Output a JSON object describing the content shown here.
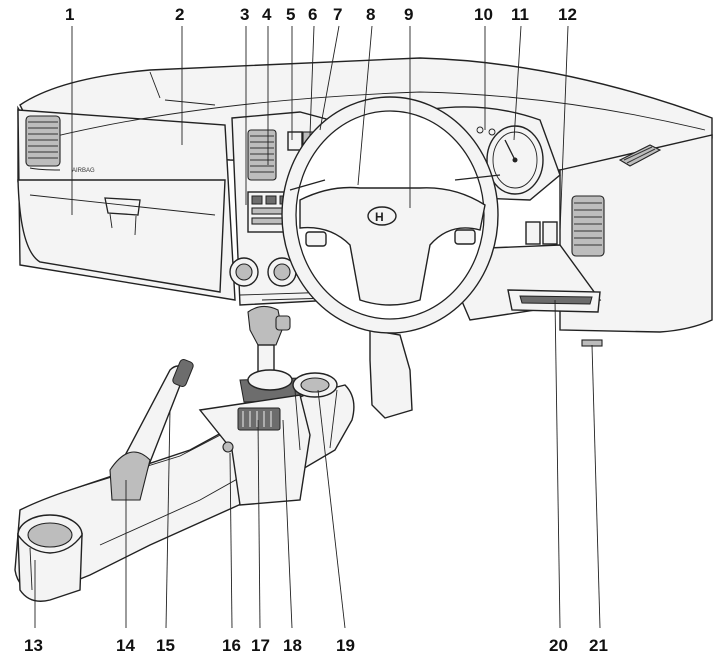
{
  "callouts": {
    "top": [
      "1",
      "2",
      "3",
      "4",
      "5",
      "6",
      "7",
      "8",
      "9",
      "10",
      "11",
      "12"
    ],
    "bottom": [
      "13",
      "14",
      "15",
      "16",
      "17",
      "18",
      "19",
      "20",
      "21"
    ]
  },
  "panel_text": {
    "airbag_label": "AIRBAG"
  }
}
